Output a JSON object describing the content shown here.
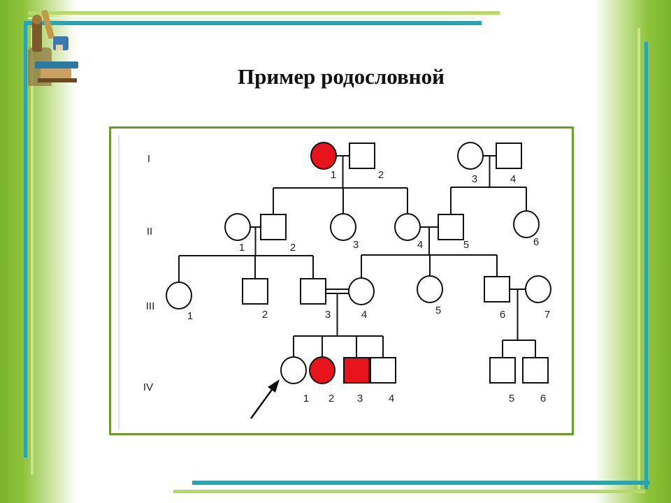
{
  "slide": {
    "title": "Пример родословной",
    "colors": {
      "affected": "#e8141c",
      "frame_border": "#6a9a2a",
      "side_green": "#7ab42a",
      "accent_teal": "#2aa3b4",
      "line": "#111111"
    },
    "icons": [
      "microscope-icon",
      "arrow-proband-icon"
    ]
  },
  "pedigree": {
    "generations": [
      {
        "id": "g1",
        "label": "I"
      },
      {
        "id": "g2",
        "label": "II"
      },
      {
        "id": "g3",
        "label": "III"
      },
      {
        "id": "g4",
        "label": "IV"
      }
    ],
    "individuals": [
      {
        "id": "I-1",
        "generation": "I",
        "number": "1",
        "sex": "female",
        "affected": true
      },
      {
        "id": "I-2",
        "generation": "I",
        "number": "2",
        "sex": "male",
        "affected": false
      },
      {
        "id": "I-3",
        "generation": "I",
        "number": "3",
        "sex": "female",
        "affected": false
      },
      {
        "id": "I-4",
        "generation": "I",
        "number": "4",
        "sex": "male",
        "affected": false
      },
      {
        "id": "II-1",
        "generation": "II",
        "number": "1",
        "sex": "female",
        "affected": false
      },
      {
        "id": "II-2",
        "generation": "II",
        "number": "2",
        "sex": "male",
        "affected": false
      },
      {
        "id": "II-3",
        "generation": "II",
        "number": "3",
        "sex": "female",
        "affected": false
      },
      {
        "id": "II-4",
        "generation": "II",
        "number": "4",
        "sex": "female",
        "affected": false
      },
      {
        "id": "II-5",
        "generation": "II",
        "number": "5",
        "sex": "male",
        "affected": false
      },
      {
        "id": "II-6",
        "generation": "II",
        "number": "6",
        "sex": "female",
        "affected": false
      },
      {
        "id": "III-1",
        "generation": "III",
        "number": "1",
        "sex": "female",
        "affected": false
      },
      {
        "id": "III-2",
        "generation": "III",
        "number": "2",
        "sex": "male",
        "affected": false
      },
      {
        "id": "III-3",
        "generation": "III",
        "number": "3",
        "sex": "male",
        "affected": false
      },
      {
        "id": "III-4",
        "generation": "III",
        "number": "4",
        "sex": "female",
        "affected": false
      },
      {
        "id": "III-5",
        "generation": "III",
        "number": "5",
        "sex": "female",
        "affected": false
      },
      {
        "id": "III-6",
        "generation": "III",
        "number": "6",
        "sex": "male",
        "affected": false
      },
      {
        "id": "III-7",
        "generation": "III",
        "number": "7",
        "sex": "female",
        "affected": false
      },
      {
        "id": "IV-1",
        "generation": "IV",
        "number": "1",
        "sex": "female",
        "affected": false,
        "proband": true
      },
      {
        "id": "IV-2",
        "generation": "IV",
        "number": "2",
        "sex": "female",
        "affected": true
      },
      {
        "id": "IV-3",
        "generation": "IV",
        "number": "3",
        "sex": "male",
        "affected": true
      },
      {
        "id": "IV-4",
        "generation": "IV",
        "number": "4",
        "sex": "male",
        "affected": false
      },
      {
        "id": "IV-5",
        "generation": "IV",
        "number": "5",
        "sex": "male",
        "affected": false
      },
      {
        "id": "IV-6",
        "generation": "IV",
        "number": "6",
        "sex": "male",
        "affected": false
      }
    ],
    "unions": [
      {
        "id": "u1",
        "partners": [
          "I-1",
          "I-2"
        ],
        "children": [
          "II-2",
          "II-3",
          "II-4"
        ],
        "consanguineous": false
      },
      {
        "id": "u2",
        "partners": [
          "I-3",
          "I-4"
        ],
        "children": [
          "II-5",
          "II-6"
        ],
        "consanguineous": false
      },
      {
        "id": "u3",
        "partners": [
          "II-1",
          "II-2"
        ],
        "children": [
          "III-1",
          "III-2",
          "III-3"
        ],
        "consanguineous": false
      },
      {
        "id": "u4",
        "partners": [
          "II-4",
          "II-5"
        ],
        "children": [
          "III-4",
          "III-5",
          "III-6"
        ],
        "consanguineous": false
      },
      {
        "id": "u5",
        "partners": [
          "III-3",
          "III-4"
        ],
        "children": [
          "IV-1",
          "IV-2",
          "IV-3",
          "IV-4"
        ],
        "consanguineous": true
      },
      {
        "id": "u6",
        "partners": [
          "III-6",
          "III-7"
        ],
        "children": [
          "IV-5",
          "IV-6"
        ],
        "consanguineous": false
      }
    ]
  }
}
